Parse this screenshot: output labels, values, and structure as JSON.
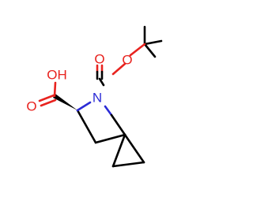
{
  "molecule": {
    "atoms": {
      "nitrogen": "N",
      "carbonyl_oxygen_boc": "O",
      "ester_oxygen_boc": "O",
      "carbonyl_oxygen_acid": "O",
      "hydroxyl": "OH"
    },
    "colors": {
      "bond": "#000000",
      "oxygen": "#e8231f",
      "nitrogen": "#2b2bd6"
    }
  }
}
